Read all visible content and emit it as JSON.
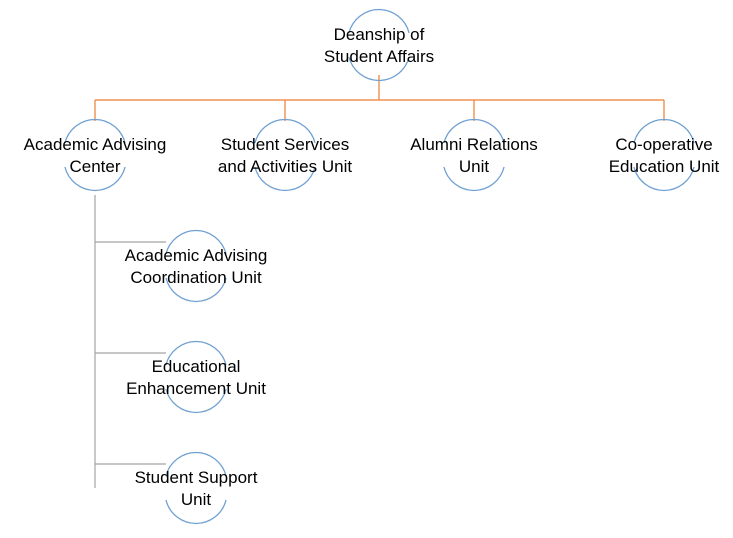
{
  "diagram": {
    "type": "org-chart",
    "colors": {
      "node_outline": "#6fa0d2",
      "primary_connector": "#ed7d31",
      "secondary_connector": "#a5a5a5",
      "text": "#000000"
    },
    "root": {
      "id": "deanship",
      "lines": [
        "Deanship of",
        "Student Affairs"
      ]
    },
    "units": [
      {
        "id": "academic-advising-center",
        "lines": [
          "Academic Advising",
          "Center"
        ],
        "children": [
          {
            "id": "academic-advising-coordination",
            "lines": [
              "Academic Advising",
              "Coordination Unit"
            ]
          },
          {
            "id": "educational-enhancement",
            "lines": [
              "Educational",
              "Enhancement Unit"
            ]
          },
          {
            "id": "student-support",
            "lines": [
              "Student Support",
              "Unit"
            ]
          }
        ]
      },
      {
        "id": "student-services-activities",
        "lines": [
          "Student Services",
          "and Activities Unit"
        ],
        "children": []
      },
      {
        "id": "alumni-relations",
        "lines": [
          "Alumni Relations",
          "Unit"
        ],
        "children": []
      },
      {
        "id": "co-operative-education",
        "lines": [
          "Co-operative",
          "Education Unit"
        ],
        "children": []
      }
    ]
  }
}
